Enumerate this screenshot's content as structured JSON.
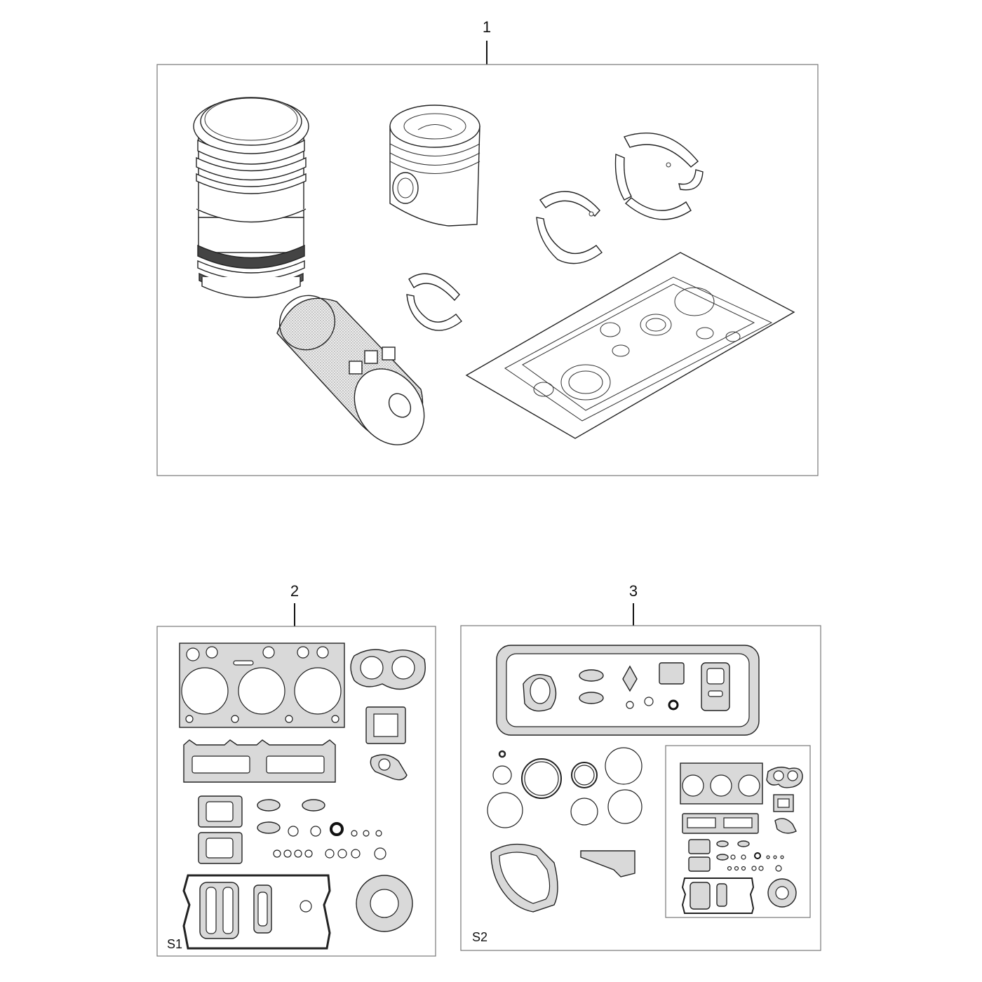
{
  "callouts": {
    "item_1": "1",
    "item_2": "2",
    "item_3": "3"
  },
  "panel_tags": {
    "s1": "S1",
    "s2": "S2"
  },
  "icons": {
    "panel_1": [
      "cylinder-liner-icon",
      "piston-icon",
      "main-bearing-icon",
      "conrod-bearing-icon",
      "small-bearing-icon",
      "oil-filter-icon",
      "gasket-sheet-icon"
    ],
    "panel_2": [
      "cylinder-head-gasket-icon",
      "exhaust-flange-gasket-icon",
      "manifold-gasket-icon",
      "sump-gasket-icon",
      "seal-ring-icon"
    ],
    "panel_3": [
      "oil-pan-gasket-icon",
      "o-ring-icon",
      "timing-cover-gasket-icon",
      "inset-gasket-set-icon"
    ]
  },
  "colors": {
    "line": "#222222",
    "frame": "#777777",
    "gasket_fill": "#d9d9d9"
  }
}
